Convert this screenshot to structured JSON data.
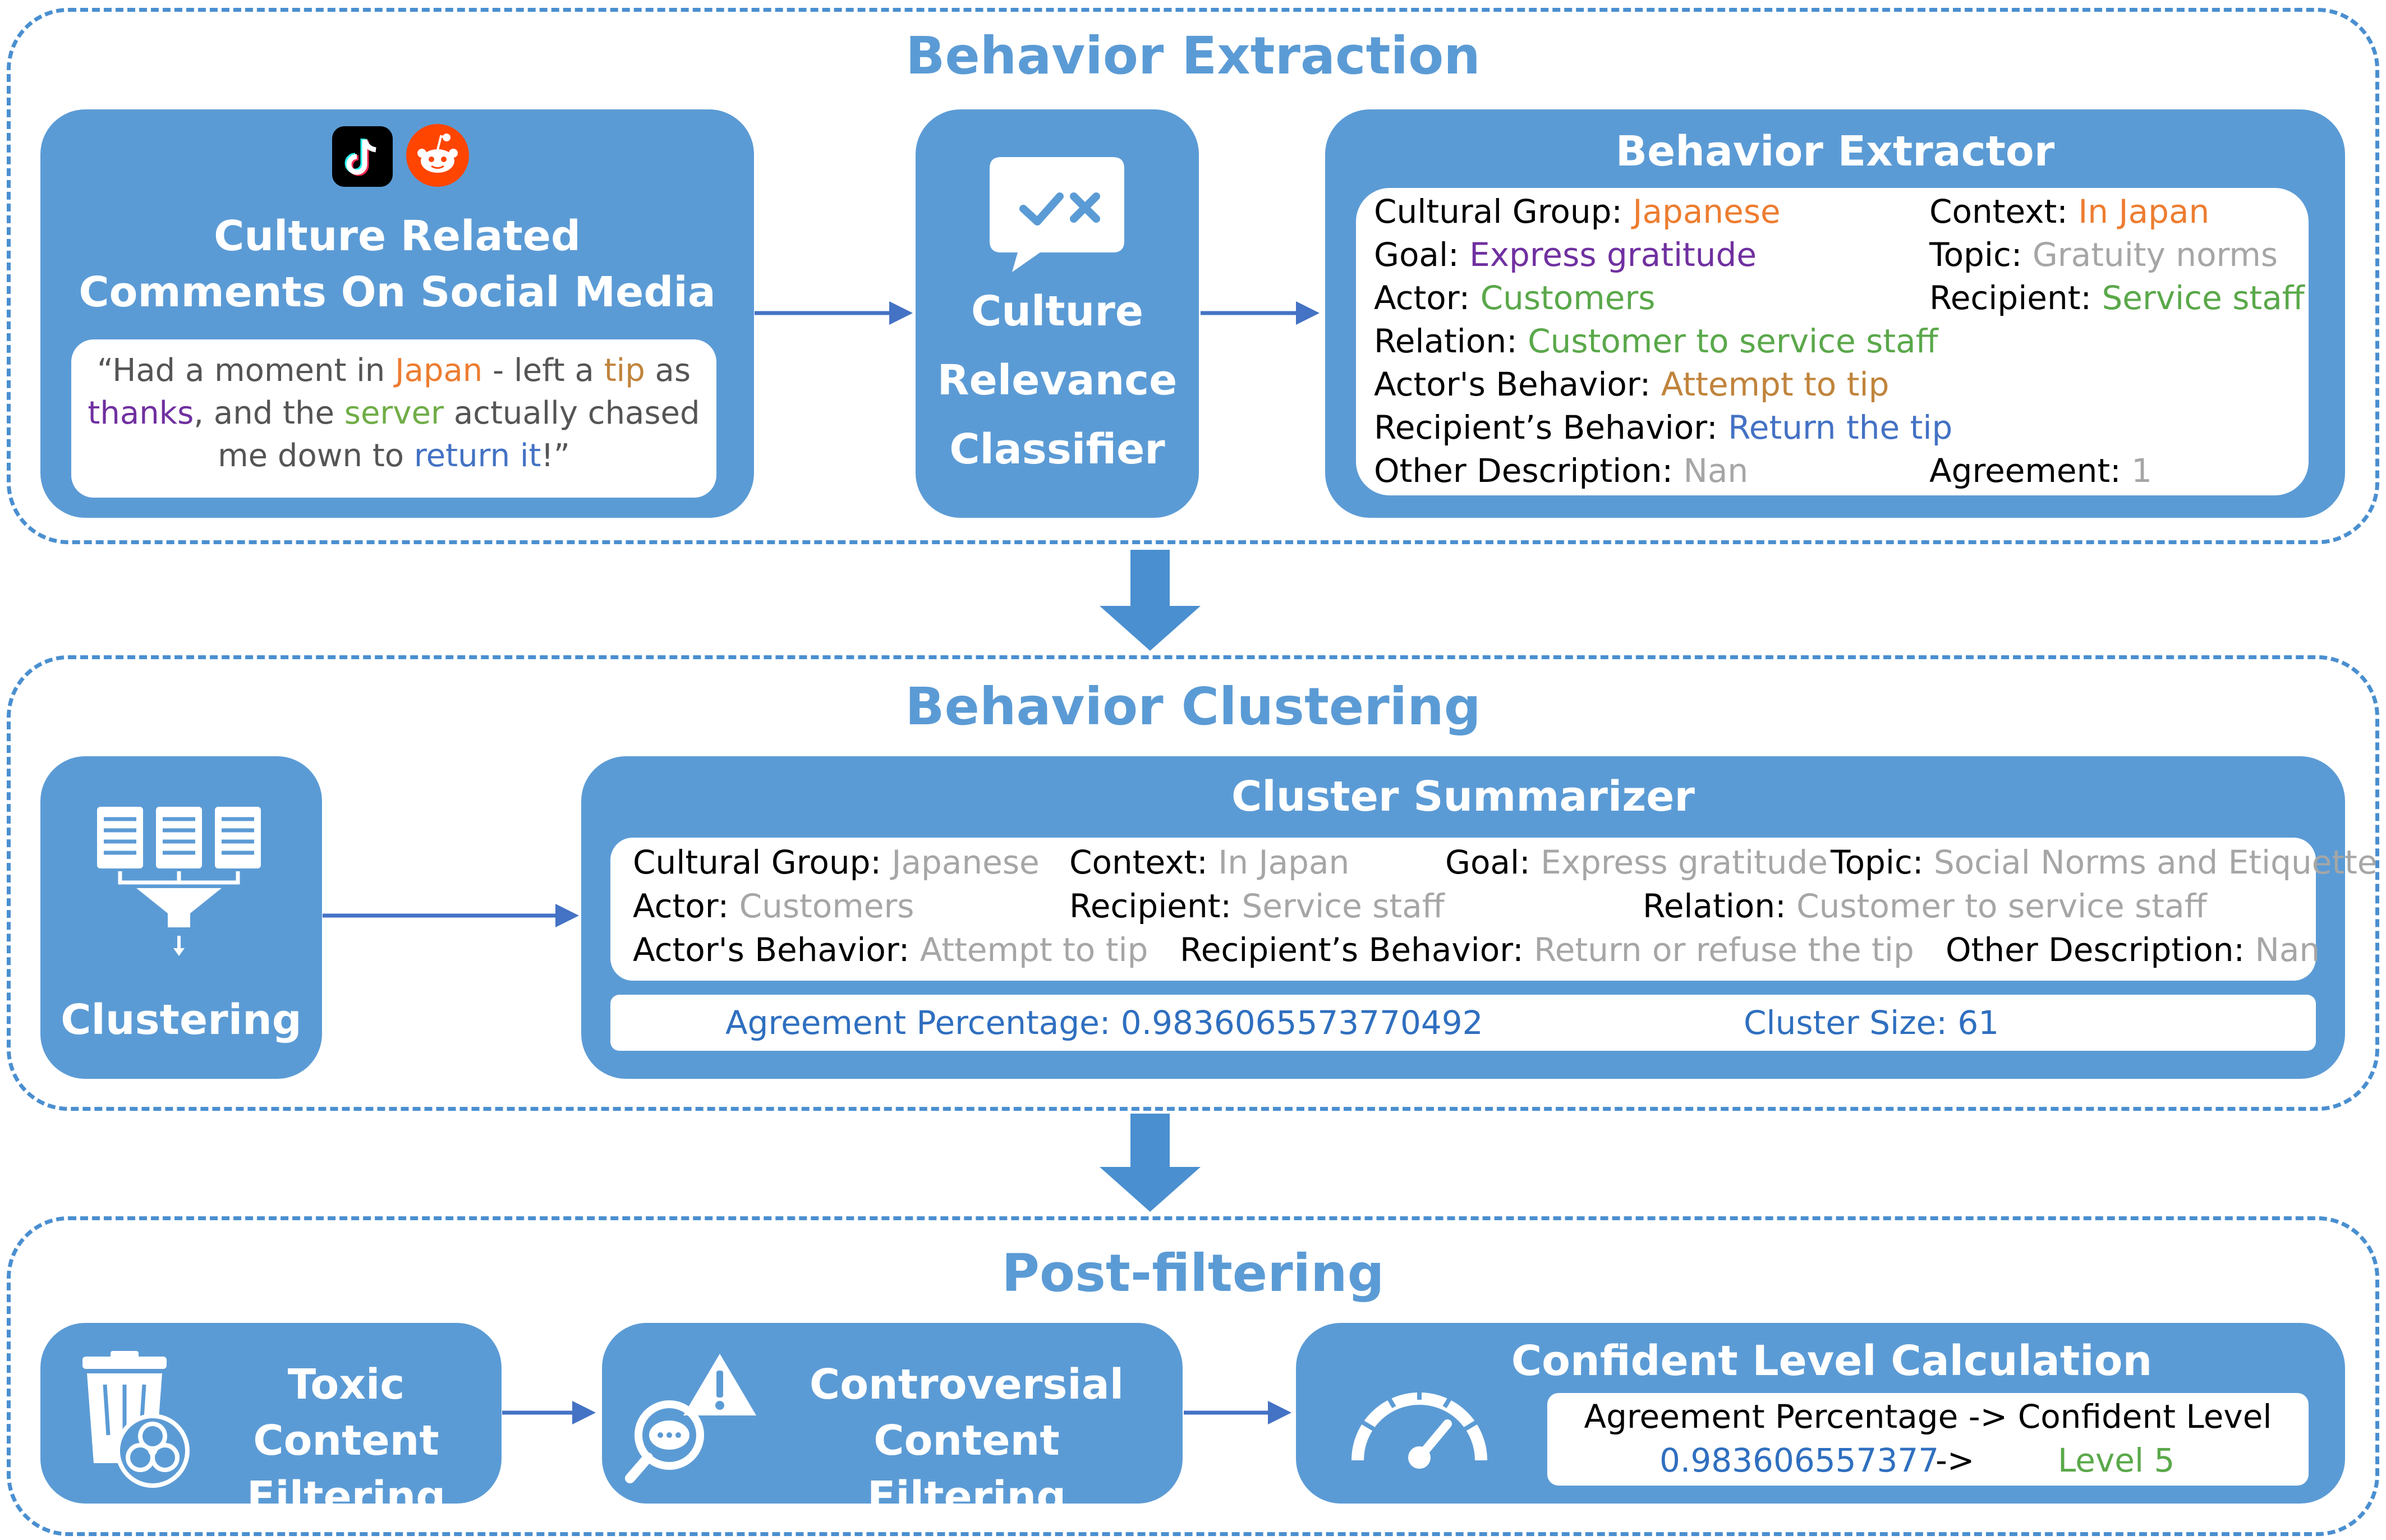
{
  "sections": {
    "extraction_title": "Behavior Extraction",
    "clustering_title": "Behavior Clustering",
    "postfilter_title": "Post-filtering"
  },
  "colors": {
    "primary_blue": "#5b9bd5",
    "arrow_blue": "#4472c4",
    "orange": "#ed7d31",
    "purple": "#7030a0",
    "green": "#70ad47",
    "gray": "#a6a6a6"
  },
  "social": {
    "line1": "Culture Related",
    "line2": "Comments On Social Media",
    "icons": [
      "tiktok-icon",
      "reddit-icon"
    ],
    "quote": {
      "p1": "“Had a moment in ",
      "japan": "Japan",
      "p2": " - left a ",
      "tip": "tip",
      "p3": " as",
      "thanks": "thanks",
      "p4": ", and the ",
      "server": "server",
      "p5": " actually chased",
      "p6": "me down to ",
      "return_it": "return it",
      "p7": "!”"
    }
  },
  "classifier": {
    "line1": "Culture",
    "line2": "Relevance",
    "line3": "Classifier",
    "icon": "check-cross-chat-icon"
  },
  "extractor": {
    "title": "Behavior Extractor",
    "cultural_group": {
      "label": "Cultural Group: ",
      "value": "Japanese"
    },
    "goal": {
      "label": "Goal: ",
      "value": "Express gratitude"
    },
    "actor": {
      "label": "Actor: ",
      "value": "Customers"
    },
    "relation": {
      "label": "Relation: ",
      "value": "Customer to service staff"
    },
    "actor_behavior": {
      "label": "Actor's Behavior: ",
      "value": "Attempt to tip"
    },
    "recipient_behavior": {
      "label": "Recipient’s Behavior: ",
      "value": "Return the tip"
    },
    "other": {
      "label": "Other Description: ",
      "value": "Nan"
    },
    "context": {
      "label": "Context: ",
      "value": "In Japan"
    },
    "topic": {
      "label": "Topic: ",
      "value": "Gratuity norms"
    },
    "recipient": {
      "label": "Recipient: ",
      "value": "Service staff"
    },
    "agreement": {
      "label": "Agreement: ",
      "value": "1"
    }
  },
  "clustering": {
    "label": "Clustering",
    "icon": "funnel-documents-icon"
  },
  "summarizer": {
    "title": "Cluster Summarizer",
    "cultural_group": {
      "label": "Cultural Group: ",
      "value": "Japanese"
    },
    "context": {
      "label": "Context: ",
      "value": "In Japan"
    },
    "goal": {
      "label": "Goal: ",
      "value": "Express gratitude"
    },
    "topic": {
      "label": "Topic: ",
      "value": "Social Norms and Etiquette"
    },
    "actor": {
      "label": "Actor: ",
      "value": "Customers"
    },
    "recipient": {
      "label": "Recipient: ",
      "value": "Service staff"
    },
    "relation": {
      "label": "Relation: ",
      "value": "Customer to service staff"
    },
    "actor_behavior": {
      "label": "Actor's Behavior: ",
      "value": "Attempt to tip"
    },
    "recipient_behavior": {
      "label": "Recipient’s Behavior: ",
      "value": "Return or refuse the tip"
    },
    "other": {
      "label": "Other Description: ",
      "value": "Nan"
    },
    "agreement_percentage": "Agreement Percentage: 0.9836065573770492",
    "cluster_size": "Cluster Size: 61"
  },
  "toxic": {
    "line1": "Toxic Content",
    "line2": "Filtering",
    "icon": "biohazard-trash-icon"
  },
  "controversial": {
    "line1": "Controversial",
    "line2": "Content Filtering",
    "icon": "warning-chat-search-icon"
  },
  "confidence": {
    "title": "Confident Level Calculation",
    "header": "Agreement Percentage -> Confident Level",
    "value": "0.983606557377",
    "arrow": "->",
    "level": "Level 5",
    "icon": "gauge-icon"
  }
}
